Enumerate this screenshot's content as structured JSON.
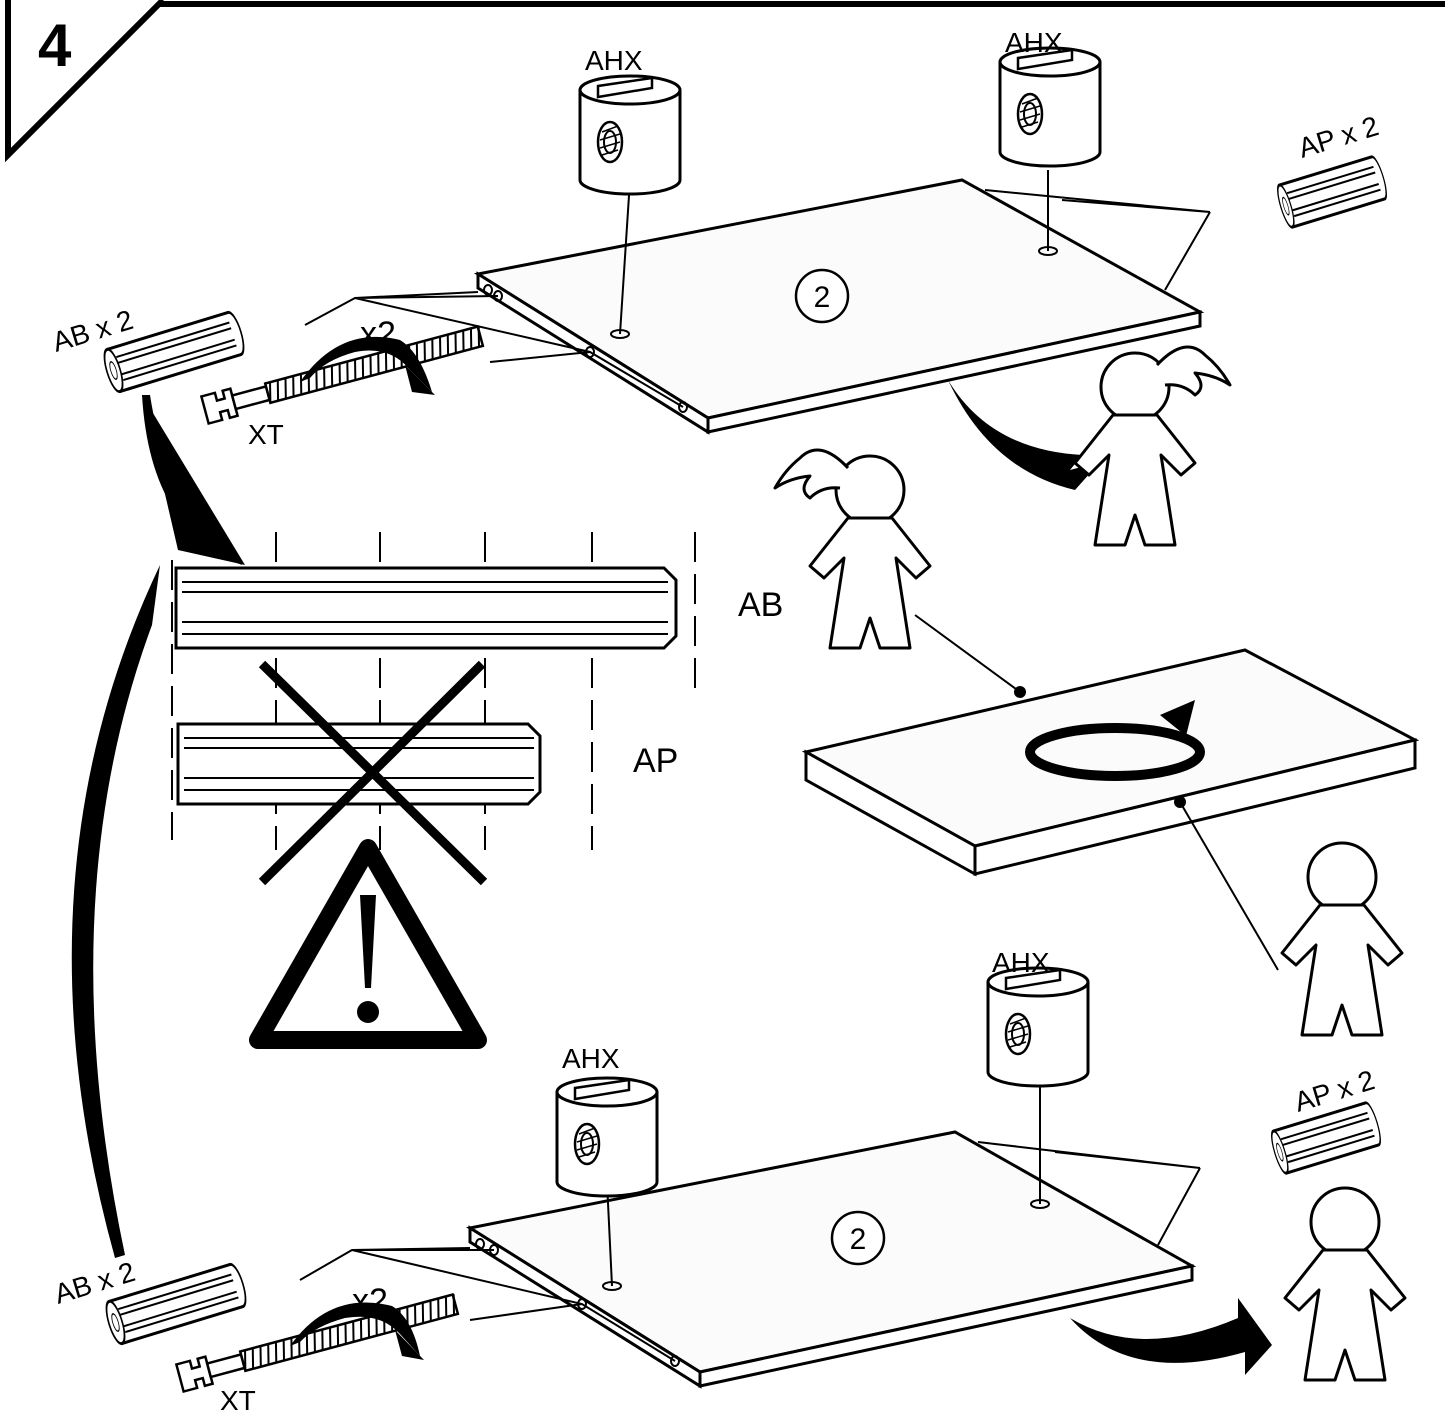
{
  "step_number": "4",
  "labels": {
    "ahx": "AHX",
    "ap_x2": "AP x 2",
    "ab_x2": "AB x 2",
    "x2": "x2",
    "xt": "XT",
    "ab": "AB",
    "ap": "AP",
    "panel": "2"
  },
  "colors": {
    "ink": "#000000",
    "paper": "#ffffff",
    "panel_fill": "#fbfbfb"
  },
  "icons": {
    "warning": "warning-triangle-icon",
    "cross": "x-mark-icon",
    "rotate": "rotate-arrow-icon",
    "person": "person-figure-icon"
  }
}
